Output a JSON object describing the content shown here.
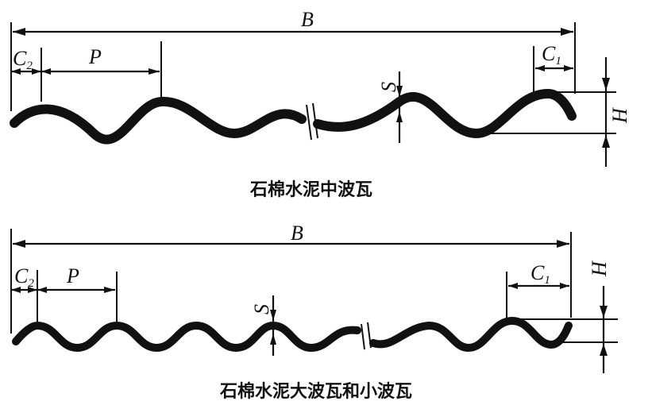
{
  "diagrams": [
    {
      "caption": "石棉水泥中波瓦",
      "labels": {
        "width": "B",
        "pitch": "P",
        "thickness": "S",
        "height": "H",
        "edge_left": "C",
        "edge_left_sub": "2",
        "edge_right": "C",
        "edge_right_sub": "1"
      }
    },
    {
      "caption": "石棉水泥大波瓦和小波瓦",
      "labels": {
        "width": "B",
        "pitch": "P",
        "thickness": "S",
        "height": "H",
        "edge_left": "C",
        "edge_left_sub": "2",
        "edge_right": "C",
        "edge_right_sub": "1"
      }
    }
  ]
}
